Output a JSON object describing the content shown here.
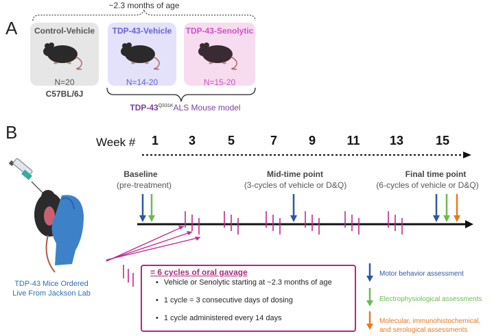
{
  "panel_a": {
    "letter": "A",
    "age_label": "~2.3 months of age",
    "groups": [
      {
        "title": "Control-Vehicle",
        "n": "N=20",
        "title_color": "#555555",
        "n_color": "#555555",
        "bg": "#e6e6e6",
        "mouse_color": "#2a2a2a"
      },
      {
        "title": "TDP-43-Vehicle",
        "n": "N=14-20",
        "title_color": "#6a5fd8",
        "n_color": "#6a5fd8",
        "bg": "#e3e2fa",
        "mouse_color": "#2a2a2a"
      },
      {
        "title": "TDP-43-Senolytic",
        "n": "N=15-20",
        "title_color": "#d24fc4",
        "n_color": "#d24fc4",
        "bg": "#f7dcef",
        "mouse_color": "#3a2a33"
      }
    ],
    "strain_label": "C57BL/6J",
    "model_label_prefix": "TDP-43",
    "model_label_sup": "Q331K",
    "model_label_suffix": "ALS Mouse model",
    "model_color": "#7a3ea0"
  },
  "panel_b": {
    "letter": "B",
    "week_label": "Week #",
    "weeks": [
      "1",
      "3",
      "5",
      "7",
      "9",
      "11",
      "13",
      "15"
    ],
    "timepoints": [
      {
        "title": "Baseline",
        "sub": "(pre-treatment)"
      },
      {
        "title": "Mid-time point",
        "sub": "(3-cycles of vehicle or D&Q)"
      },
      {
        "title": "Final time point",
        "sub": "(6-cycles of vehicle or D&Q)"
      }
    ],
    "source_label_line1": "TDP-43 Mice Ordered",
    "source_label_line2": "Live From Jackson Lab",
    "gavage": {
      "title": "= 6 cycles of oral gavage",
      "items": [
        "Vehicle or Senolytic starting at ~2.3 months of age",
        "1 cycle = 3 consecutive days of dosing",
        "1 cycle administered every 14 days"
      ]
    },
    "legend": [
      {
        "text": "Motor behavior assessment",
        "color": "#2c56a8"
      },
      {
        "text": "Electrophysiological assessments",
        "color": "#6cba4c"
      },
      {
        "text": "Molecular, immunohistochemical,",
        "text2": "and serological assessments",
        "color": "#e8781c"
      }
    ],
    "colors": {
      "dose_tick": "#c0268f",
      "blue_arrow": "#2c56a8",
      "green_arrow": "#6cba4c",
      "orange_arrow": "#e8781c"
    }
  }
}
